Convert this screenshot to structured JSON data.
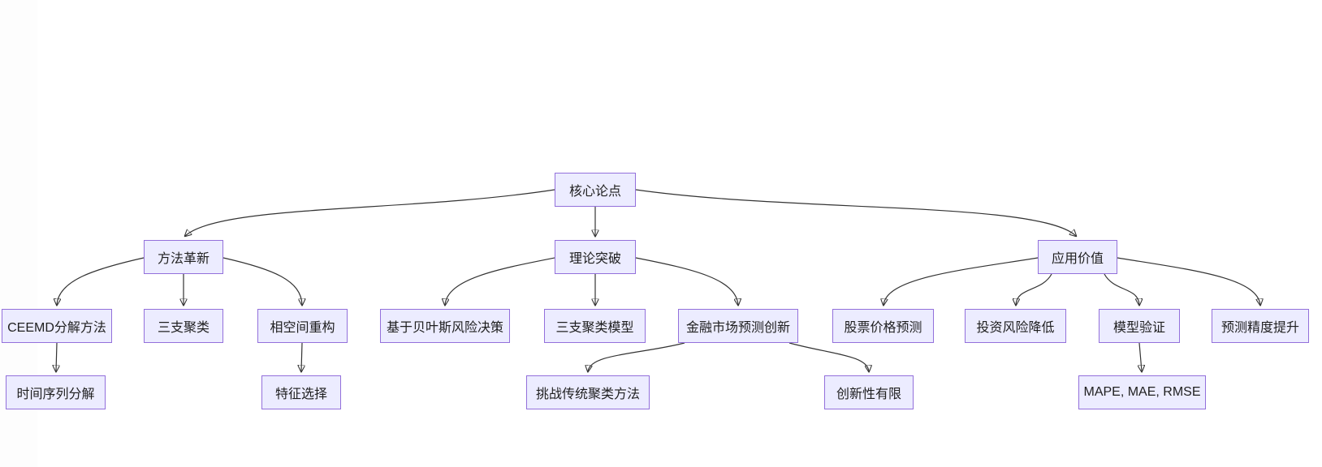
{
  "diagram": {
    "type": "flowchart",
    "orientation": "top-down",
    "colors": {
      "background": "#ffffff",
      "node_fill": "#ECECFF",
      "node_border": "#9370DB",
      "edge": "#333333",
      "text": "#1f1f1f"
    },
    "nodes": {
      "core_thesis": {
        "label": "核心论点"
      },
      "method_innovation": {
        "label": "方法革新"
      },
      "theory_breakthrough": {
        "label": "理论突破"
      },
      "application_value": {
        "label": "应用价值"
      },
      "ceemd_decomposition": {
        "label": "CEEMD分解方法"
      },
      "three_way_clustering": {
        "label": "三支聚类"
      },
      "phase_space_reconstruction": {
        "label": "相空间重构"
      },
      "bayesian_risk_decision": {
        "label": "基于贝叶斯风险决策"
      },
      "three_way_clustering_model": {
        "label": "三支聚类模型"
      },
      "financial_market_forecast_innovation": {
        "label": "金融市场预测创新"
      },
      "stock_price_prediction": {
        "label": "股票价格预测"
      },
      "investment_risk_reduction": {
        "label": "投资风险降低"
      },
      "model_validation": {
        "label": "模型验证"
      },
      "forecast_accuracy_improvement": {
        "label": "预测精度提升"
      },
      "time_series_decomposition": {
        "label": "时间序列分解"
      },
      "feature_selection": {
        "label": "特征选择"
      },
      "challenge_traditional_clustering": {
        "label": "挑战传统聚类方法"
      },
      "limited_novelty": {
        "label": "创新性有限"
      },
      "mape_mae_rmse": {
        "label": "MAPE, MAE, RMSE"
      }
    },
    "edges": [
      {
        "from": "core_thesis",
        "to": "method_innovation"
      },
      {
        "from": "core_thesis",
        "to": "theory_breakthrough"
      },
      {
        "from": "core_thesis",
        "to": "application_value"
      },
      {
        "from": "method_innovation",
        "to": "ceemd_decomposition"
      },
      {
        "from": "method_innovation",
        "to": "three_way_clustering"
      },
      {
        "from": "method_innovation",
        "to": "phase_space_reconstruction"
      },
      {
        "from": "ceemd_decomposition",
        "to": "time_series_decomposition"
      },
      {
        "from": "phase_space_reconstruction",
        "to": "feature_selection"
      },
      {
        "from": "theory_breakthrough",
        "to": "bayesian_risk_decision"
      },
      {
        "from": "theory_breakthrough",
        "to": "three_way_clustering_model"
      },
      {
        "from": "theory_breakthrough",
        "to": "financial_market_forecast_innovation"
      },
      {
        "from": "financial_market_forecast_innovation",
        "to": "challenge_traditional_clustering"
      },
      {
        "from": "financial_market_forecast_innovation",
        "to": "limited_novelty"
      },
      {
        "from": "application_value",
        "to": "stock_price_prediction"
      },
      {
        "from": "application_value",
        "to": "investment_risk_reduction"
      },
      {
        "from": "application_value",
        "to": "model_validation"
      },
      {
        "from": "application_value",
        "to": "forecast_accuracy_improvement"
      },
      {
        "from": "model_validation",
        "to": "mape_mae_rmse"
      }
    ]
  }
}
